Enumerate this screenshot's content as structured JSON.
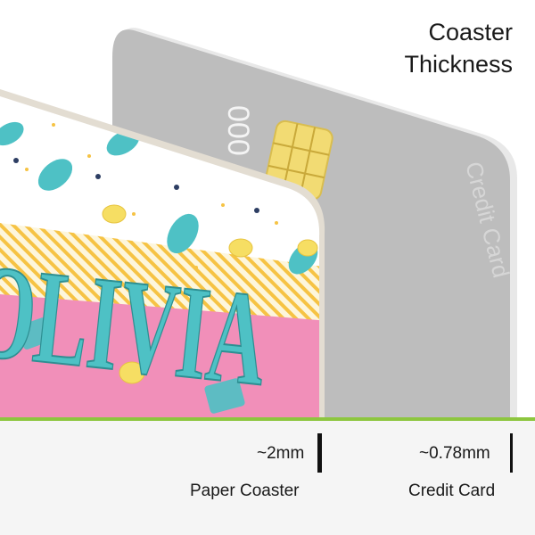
{
  "heading": {
    "line1": "Coaster",
    "line2": "Thickness"
  },
  "credit_card": {
    "number_text": "000",
    "brand_text": "Credit Card",
    "body_color": "#bdbdbd",
    "chip_color": "#f2db73"
  },
  "coaster": {
    "name": "OLIVIA",
    "letter_color": "#4ec1c5",
    "pink_color": "#f18fb9",
    "stripe_color": "#f6c344",
    "leaf_color": "#4ec1c5",
    "lemon_color": "#f6de63"
  },
  "comparison": {
    "coaster_measure": "~2mm",
    "coaster_label": "Paper Coaster",
    "card_measure": "~0.78mm",
    "card_label": "Credit Card"
  },
  "colors": {
    "accent_line": "#8dc63f",
    "panel_bg": "#f5f5f5"
  }
}
